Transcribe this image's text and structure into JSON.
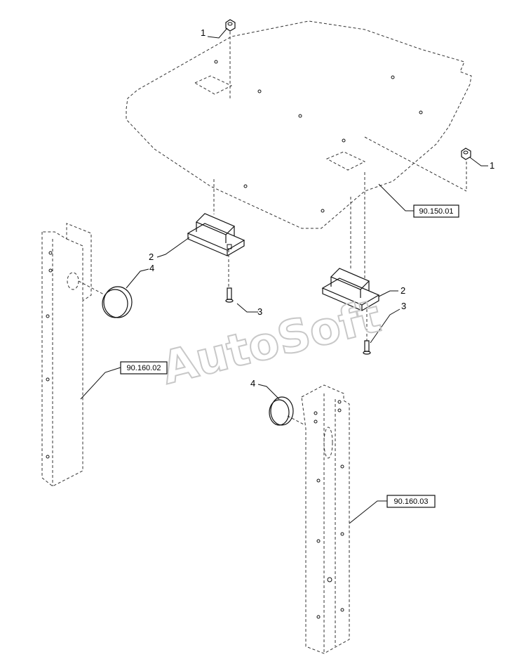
{
  "watermark": "AutoSoft",
  "callouts": {
    "c1a": "1",
    "c1b": "1",
    "c2a": "2",
    "c2b": "2",
    "c3a": "3",
    "c3b": "3",
    "c4a": "4",
    "c4b": "4"
  },
  "refs": {
    "plate": "90.150.01",
    "left_post": "90.160.02",
    "right_post": "90.160.03"
  }
}
